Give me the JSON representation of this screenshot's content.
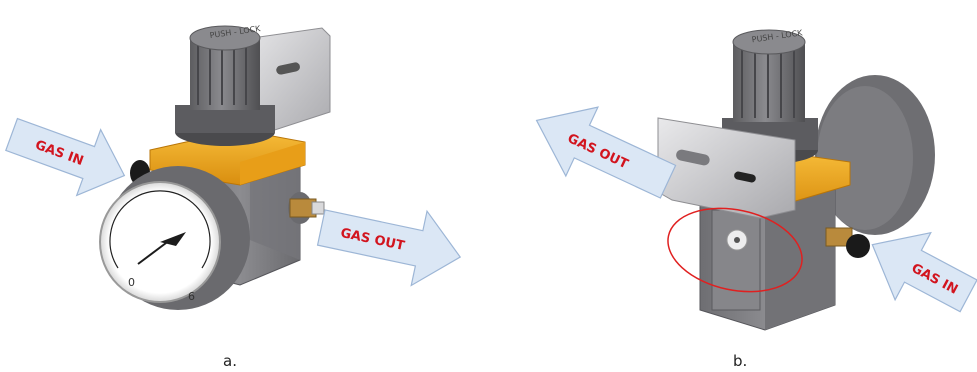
{
  "panels": [
    {
      "id": "a",
      "caption": "a.",
      "arrow_in_label": "GAS IN",
      "arrow_out_label": "GAS OUT",
      "knob_label": "PUSH - LOCK",
      "gauge_min": "0",
      "gauge_max": "6"
    },
    {
      "id": "b",
      "caption": "b.",
      "arrow_in_label": "GAS IN",
      "arrow_out_label": "GAS OUT",
      "knob_label": "PUSH - LOCK"
    }
  ],
  "colors": {
    "arrow_fill": "#dbe7f5",
    "arrow_stroke": "#9db6d6",
    "label_red": "#d2141e",
    "body_gray": "#7d7d80",
    "body_yellow": "#f2a81d",
    "bracket_gray": "#cfcfd2",
    "highlight_ellipse": "#e02020"
  },
  "icons": [
    "pressure-gauge-icon",
    "regulator-knob-icon",
    "mounting-bracket-icon",
    "fitting-icon"
  ]
}
